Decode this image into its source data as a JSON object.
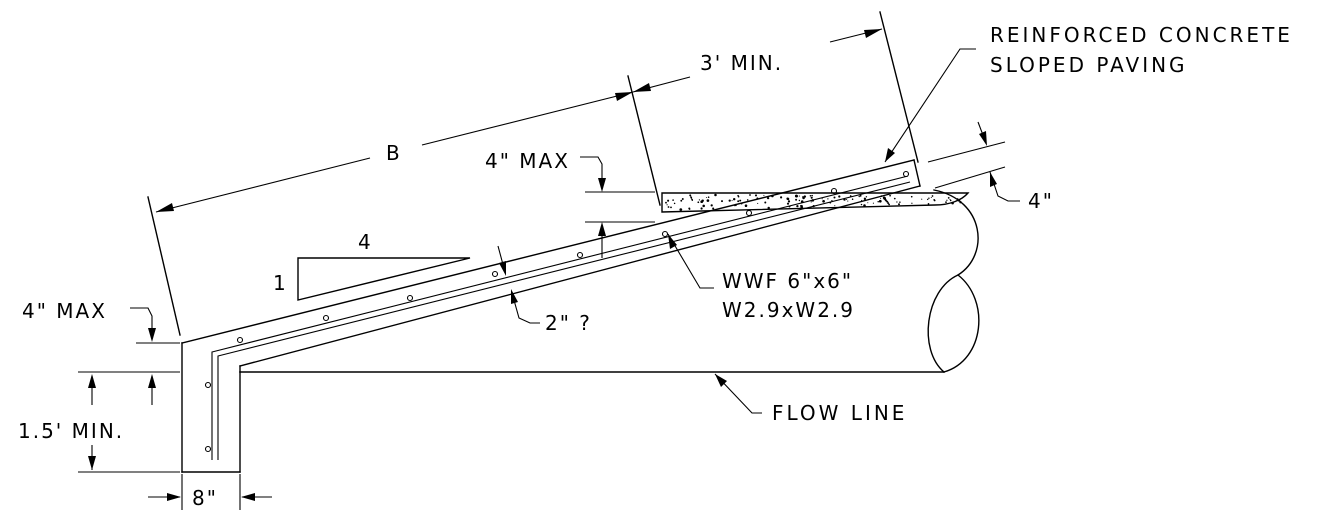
{
  "labels": {
    "paving_title_line1": "REINFORCED CONCRETE",
    "paving_title_line2": "SLOPED PAVING",
    "dim_3ft_min": "3' MIN.",
    "dim_b": "B",
    "dim_4in_max_top": "4\" MAX",
    "dim_4in_right": "4\"",
    "slope_run": "4",
    "slope_rise": "1",
    "dim_4in_max_left": "4\" MAX",
    "dim_2in": "2\" ?",
    "wwf_line1": "WWF 6\"x6\"",
    "wwf_line2": "W2.9xW2.9",
    "dim_1_5ft_min": "1.5' MIN.",
    "flow_line": "FLOW LINE",
    "dim_8in": "8\""
  }
}
